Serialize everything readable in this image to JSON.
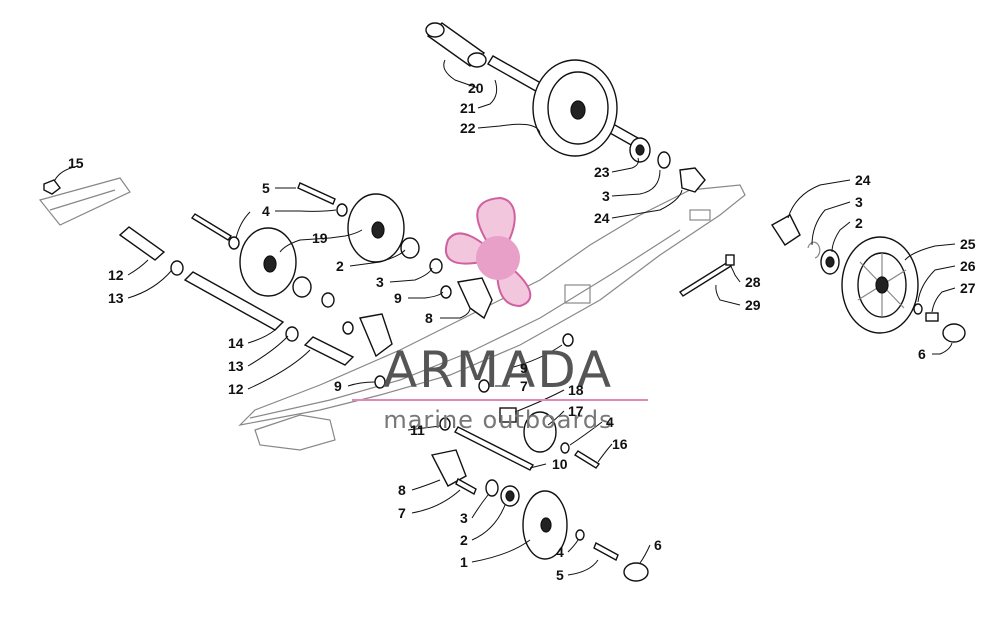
{
  "watermark": {
    "brand": "ARMADA",
    "tagline": "marine outboards",
    "colors": {
      "petal": "#e8a0c8",
      "petal_stroke": "#d060a0",
      "text": "#555555",
      "rule": "#e088b8"
    }
  },
  "labels": [
    {
      "text": "20"
    },
    {
      "text": "21"
    },
    {
      "text": "22"
    },
    {
      "text": "23"
    },
    {
      "text": "3"
    },
    {
      "text": "24"
    },
    {
      "text": "24"
    },
    {
      "text": "3"
    },
    {
      "text": "2"
    },
    {
      "text": "25"
    },
    {
      "text": "26"
    },
    {
      "text": "27"
    },
    {
      "text": "6"
    },
    {
      "text": "28"
    },
    {
      "text": "29"
    },
    {
      "text": "15"
    },
    {
      "text": "5"
    },
    {
      "text": "4"
    },
    {
      "text": "19"
    },
    {
      "text": "2"
    },
    {
      "text": "3"
    },
    {
      "text": "9"
    },
    {
      "text": "8"
    },
    {
      "text": "12"
    },
    {
      "text": "13"
    },
    {
      "text": "14"
    },
    {
      "text": "13"
    },
    {
      "text": "12"
    },
    {
      "text": "9"
    },
    {
      "text": "9"
    },
    {
      "text": "7"
    },
    {
      "text": "18"
    },
    {
      "text": "17"
    },
    {
      "text": "4"
    },
    {
      "text": "11"
    },
    {
      "text": "16"
    },
    {
      "text": "10"
    },
    {
      "text": "8"
    },
    {
      "text": "7"
    },
    {
      "text": "3"
    },
    {
      "text": "2"
    },
    {
      "text": "1"
    },
    {
      "text": "4"
    },
    {
      "text": "5"
    },
    {
      "text": "6"
    }
  ]
}
